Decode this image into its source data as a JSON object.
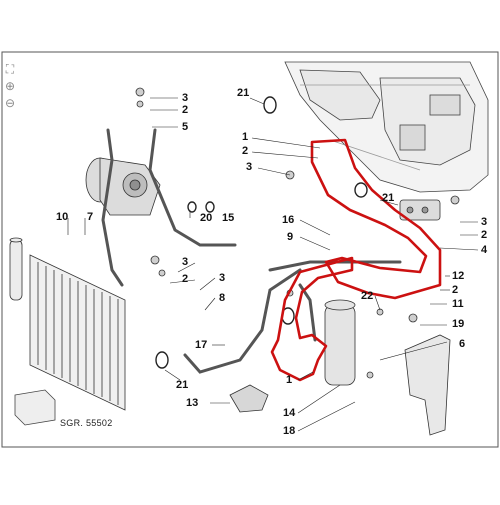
{
  "viewer": {
    "tools": [
      {
        "name": "fit-icon",
        "glyph": "⛶"
      },
      {
        "name": "zoom-in-icon",
        "glyph": "⊕"
      },
      {
        "name": "zoom-out-icon",
        "glyph": "⊖"
      }
    ]
  },
  "diagram": {
    "highlight_color": "#cc1111",
    "reference": "SGR. 55502"
  },
  "callouts": [
    {
      "id": "c-21-top",
      "text": "21"
    },
    {
      "id": "c-1",
      "text": "1"
    },
    {
      "id": "c-2a",
      "text": "2"
    },
    {
      "id": "c-3a",
      "text": "3"
    },
    {
      "id": "c-3-topleft",
      "text": "3"
    },
    {
      "id": "c-2-topleft",
      "text": "2"
    },
    {
      "id": "c-5",
      "text": "5"
    },
    {
      "id": "c-21-right",
      "text": "21"
    },
    {
      "id": "c-3-right",
      "text": "3"
    },
    {
      "id": "c-2-right",
      "text": "2"
    },
    {
      "id": "c-4",
      "text": "4"
    },
    {
      "id": "c-10",
      "text": "10"
    },
    {
      "id": "c-7",
      "text": "7"
    },
    {
      "id": "c-20",
      "text": "20"
    },
    {
      "id": "c-15",
      "text": "15"
    },
    {
      "id": "c-16",
      "text": "16"
    },
    {
      "id": "c-9",
      "text": "9"
    },
    {
      "id": "c-3-mid",
      "text": "3"
    },
    {
      "id": "c-2-mid",
      "text": "2"
    },
    {
      "id": "c-3-mid2",
      "text": "3"
    },
    {
      "id": "c-8",
      "text": "8"
    },
    {
      "id": "c-12",
      "text": "12"
    },
    {
      "id": "c-2-mid-right",
      "text": "2"
    },
    {
      "id": "c-22",
      "text": "22"
    },
    {
      "id": "c-11",
      "text": "11"
    },
    {
      "id": "c-19",
      "text": "19"
    },
    {
      "id": "c-6",
      "text": "6"
    },
    {
      "id": "c-17",
      "text": "17"
    },
    {
      "id": "c-21-bottom",
      "text": "21"
    },
    {
      "id": "c-1-bottom",
      "text": "1"
    },
    {
      "id": "c-13",
      "text": "13"
    },
    {
      "id": "c-14",
      "text": "14"
    },
    {
      "id": "c-18",
      "text": "18"
    }
  ]
}
